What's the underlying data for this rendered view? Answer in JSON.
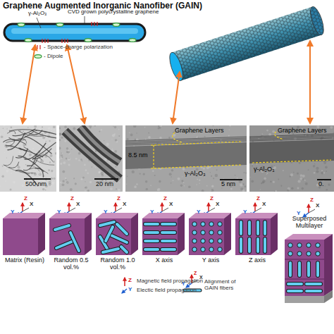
{
  "diagram": {
    "title": "Graphene Augmented Inorganic Nanofiber (GAIN)",
    "nodes": [
      {
        "text": [
          "500 nm"
        ]
      },
      {
        "text": [
          "20 nm"
        ]
      },
      {
        "text": [
          "Graphene Layers",
          "8.5 nm",
          "γ-Al₂O₃",
          "5 nm"
        ]
      },
      {
        "text": [
          "Graphene Layers",
          "γ-Al₂O₃",
          "0."
        ]
      },
      {
        "text": [
          "Matrix (Resin)"
        ]
      },
      {
        "text": [
          "Random 0.5 vol.%"
        ]
      },
      {
        "text": [
          "Random 1.0 vol.%"
        ]
      },
      {
        "text": [
          "X axis"
        ]
      },
      {
        "text": [
          "Y axis"
        ]
      },
      {
        "text": [
          "Z axis"
        ]
      },
      {
        "text": [
          "Superposed Multilayer"
        ]
      }
    ],
    "labels": [
      "γ-Al₂O₃",
      "CVD grown polycrystalline graphene",
      "Z",
      "X",
      "Y",
      "Z",
      "X",
      "Y",
      "Z",
      "X",
      "Y",
      "Z",
      "X",
      "Y",
      "Z",
      "X",
      "Y",
      "Z",
      "X",
      "Y",
      "Z",
      "X",
      "Y",
      "Z",
      "Y",
      "Z",
      "Y",
      "X"
    ],
    "legend": [
      {
        "text": "- Space-charge polarization"
      },
      {
        "text": "- Dipole"
      },
      {
        "text": "Magnetic field propagation"
      },
      {
        "text": "Electic field propagation"
      },
      {
        "text": "Alignment of GAIN fibers"
      }
    ]
  }
}
